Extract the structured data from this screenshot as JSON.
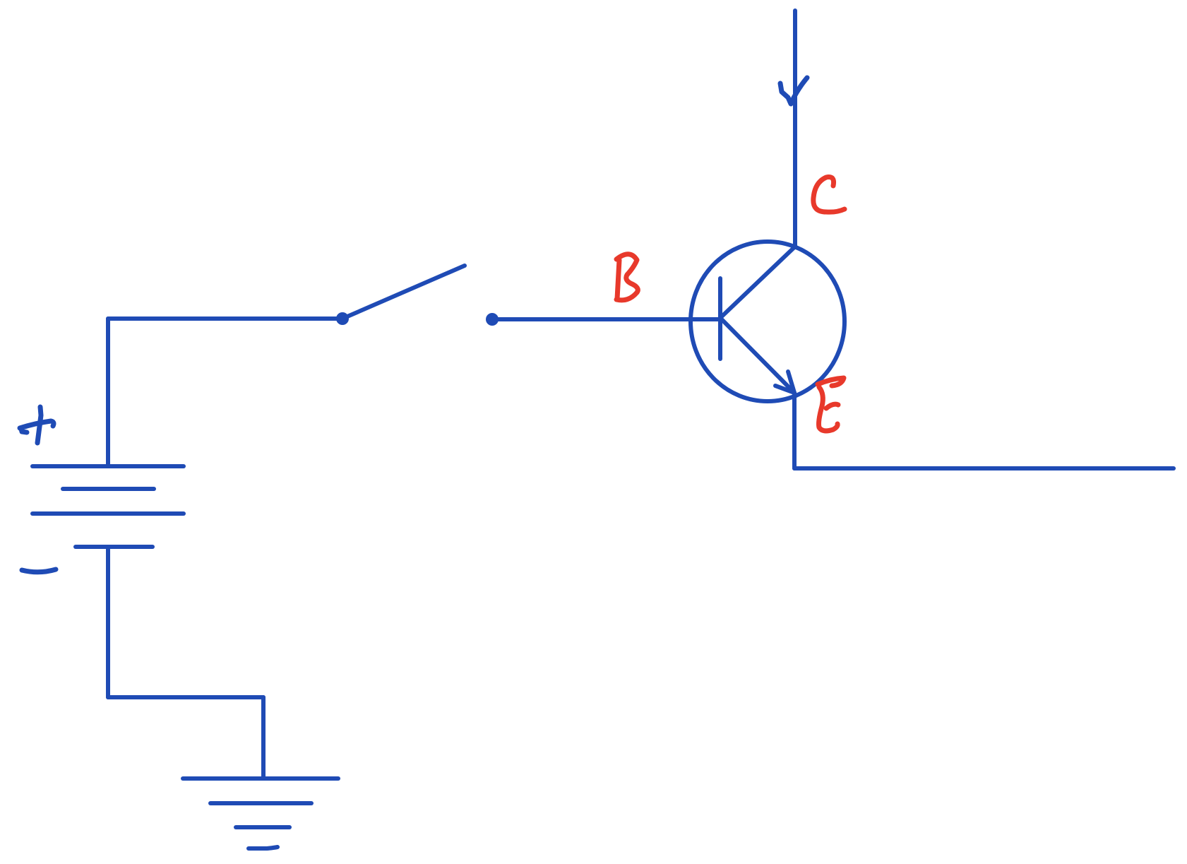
{
  "labels": {
    "battery_positive": "+",
    "battery_negative": "-",
    "base": "B",
    "collector": "C",
    "emitter": "E"
  },
  "colors": {
    "wire": "#1f4bb5",
    "terminal_label": "#e8392b",
    "background": "#ffffff"
  },
  "components": [
    "battery",
    "switch",
    "npn-transistor",
    "ground"
  ]
}
